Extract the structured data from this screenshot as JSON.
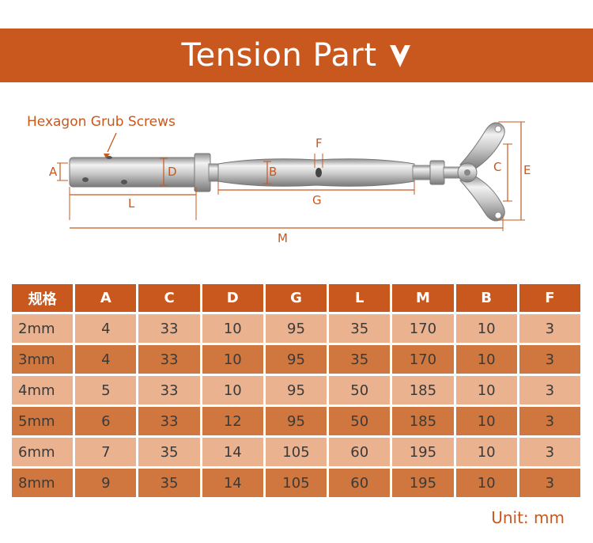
{
  "header": {
    "title": "Tension Part"
  },
  "diagram": {
    "callout": "Hexagon Grub Screws",
    "labels": {
      "A": "A",
      "B": "B",
      "C": "C",
      "D": "D",
      "E": "E",
      "F": "F",
      "G": "G",
      "L": "L",
      "M": "M"
    }
  },
  "table": {
    "headers": [
      "规格",
      "A",
      "C",
      "D",
      "G",
      "L",
      "M",
      "B",
      "F"
    ],
    "rows": [
      [
        "2mm",
        "4",
        "33",
        "10",
        "95",
        "35",
        "170",
        "10",
        "3"
      ],
      [
        "3mm",
        "4",
        "33",
        "10",
        "95",
        "35",
        "170",
        "10",
        "3"
      ],
      [
        "4mm",
        "5",
        "33",
        "10",
        "95",
        "50",
        "185",
        "10",
        "3"
      ],
      [
        "5mm",
        "6",
        "33",
        "12",
        "95",
        "50",
        "185",
        "10",
        "3"
      ],
      [
        "6mm",
        "7",
        "35",
        "14",
        "105",
        "60",
        "195",
        "10",
        "3"
      ],
      [
        "8mm",
        "9",
        "35",
        "14",
        "105",
        "60",
        "195",
        "10",
        "3"
      ]
    ]
  },
  "unit": "Unit:  mm",
  "colors": {
    "accent": "#c9581f",
    "row_light": "#eab28f",
    "row_dark": "#d0773f"
  }
}
